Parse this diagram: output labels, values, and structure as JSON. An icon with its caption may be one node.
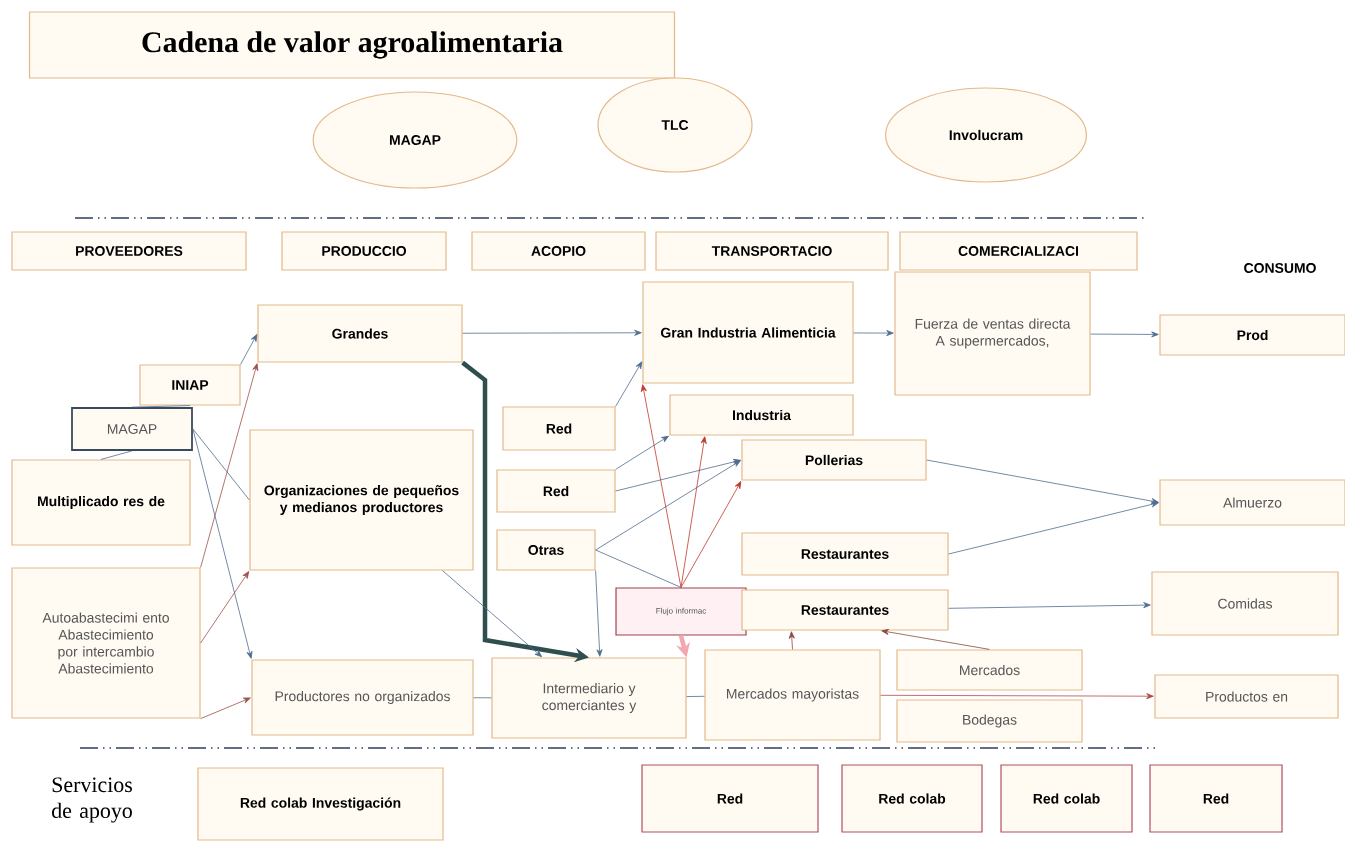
{
  "diagram": {
    "title": "Cadena de valor agroalimentaria",
    "nodes": [
      {
        "text": [
          "MAGAP"
        ]
      },
      {
        "text": [
          "TLC"
        ]
      },
      {
        "text": [
          "Involucram"
        ]
      },
      {
        "text": [
          "PROVEEDORES"
        ]
      },
      {
        "text": [
          "PRODUCCIO"
        ]
      },
      {
        "text": [
          "ACOPIO"
        ]
      },
      {
        "text": [
          "TRANSPORTACIO"
        ]
      },
      {
        "text": [
          "COMERCIALIZACI"
        ]
      },
      {
        "text": [
          "Grandes"
        ]
      },
      {
        "text": [
          "INIAP"
        ]
      },
      {
        "text": [
          "MAGAP"
        ]
      },
      {
        "text": [
          "Multiplicado res de"
        ]
      },
      {
        "text": [
          "Organizaciones de pequeños y medianos productores"
        ]
      },
      {
        "text": [
          "Autoabastecimi ento Abastecimiento por intercambio Abastecimiento"
        ]
      },
      {
        "text": [
          "Productores no organizados"
        ]
      },
      {
        "text": [
          "Gran Industria Alimenticia"
        ]
      },
      {
        "text": [
          "Fuerza de ventas directa A supermercados,"
        ]
      },
      {
        "text": [
          "Prod"
        ]
      },
      {
        "text": [
          "Red"
        ]
      },
      {
        "text": [
          "Red"
        ]
      },
      {
        "text": [
          "Otras"
        ]
      },
      {
        "text": [
          "Industria"
        ]
      },
      {
        "text": [
          "Pollerias"
        ]
      },
      {
        "text": [
          "Almuerzo"
        ]
      },
      {
        "text": [
          "Restaurantes"
        ]
      },
      {
        "text": [
          "Flujo informac"
        ]
      },
      {
        "text": [
          "Restaurantes"
        ]
      },
      {
        "text": [
          "Comidas"
        ]
      },
      {
        "text": [
          "Intermediario y comerciantes y"
        ]
      },
      {
        "text": [
          "Mercados mayoristas"
        ]
      },
      {
        "text": [
          "Mercados"
        ]
      },
      {
        "text": [
          "Bodegas"
        ]
      },
      {
        "text": [
          "Productos en"
        ]
      },
      {
        "text": [
          "Red colab Investigación"
        ]
      },
      {
        "text": [
          "Red"
        ]
      },
      {
        "text": [
          "Red colab"
        ]
      },
      {
        "text": [
          "Red colab"
        ]
      },
      {
        "text": [
          "Red"
        ]
      }
    ],
    "edges": [
      {
        "from": 9,
        "to": 8,
        "arrow": "to"
      },
      {
        "from": 13,
        "to": 8,
        "arrow": "to",
        "color": "#a0524a"
      },
      {
        "from": 13,
        "to": 12,
        "arrow": "to",
        "color": "#a0524a"
      },
      {
        "from": 13,
        "to": 14,
        "arrow": "to",
        "color": "#a0524a"
      },
      {
        "from": 10,
        "to": 9,
        "arrow": "none"
      },
      {
        "from": 10,
        "to": 11,
        "arrow": "none"
      },
      {
        "from": 10,
        "to": 12,
        "arrow": "none"
      },
      {
        "from": 10,
        "to": 14,
        "arrow": "to"
      },
      {
        "from": 8,
        "to": 15,
        "arrow": "to"
      },
      {
        "from": 8,
        "to": 28,
        "arrow": "to",
        "style": "thick",
        "color": "#2f4f4f"
      },
      {
        "from": 18,
        "to": 15,
        "arrow": "to"
      },
      {
        "from": 19,
        "to": 21,
        "arrow": "to"
      },
      {
        "from": 19,
        "to": 22,
        "arrow": "to"
      },
      {
        "from": 20,
        "to": 22,
        "arrow": "to"
      },
      {
        "from": 20,
        "to": 28,
        "arrow": "to"
      },
      {
        "from": 20,
        "to": 25,
        "arrow": "none"
      },
      {
        "from": 12,
        "to": 28,
        "arrow": "to"
      },
      {
        "from": 14,
        "to": 28,
        "arrow": "none"
      },
      {
        "from": 28,
        "to": 29,
        "arrow": "none"
      },
      {
        "from": 25,
        "to": 15,
        "arrow": "to",
        "color": "#c0392b"
      },
      {
        "from": 25,
        "to": 21,
        "arrow": "to",
        "color": "#c0392b"
      },
      {
        "from": 25,
        "to": 22,
        "arrow": "to",
        "color": "#c0392b"
      },
      {
        "from": 25,
        "to": 28,
        "arrow": "to",
        "style": "thick",
        "color": "#f4a6b0"
      },
      {
        "from": 15,
        "to": 16,
        "arrow": "to"
      },
      {
        "from": 16,
        "to": 17,
        "arrow": "to"
      },
      {
        "from": 22,
        "to": 23,
        "arrow": "to"
      },
      {
        "from": 24,
        "to": 23,
        "arrow": "to"
      },
      {
        "from": 26,
        "to": 27,
        "arrow": "to"
      },
      {
        "from": 29,
        "to": 26,
        "arrow": "to",
        "color": "#8a4a3a"
      },
      {
        "from": 30,
        "to": 26,
        "arrow": "to",
        "color": "#8a4a3a"
      },
      {
        "from": 29,
        "to": 32,
        "arrow": "to",
        "color": "#b04a4a"
      }
    ],
    "labels": [
      "CONSUMO",
      "Servicios de apoyo"
    ]
  }
}
